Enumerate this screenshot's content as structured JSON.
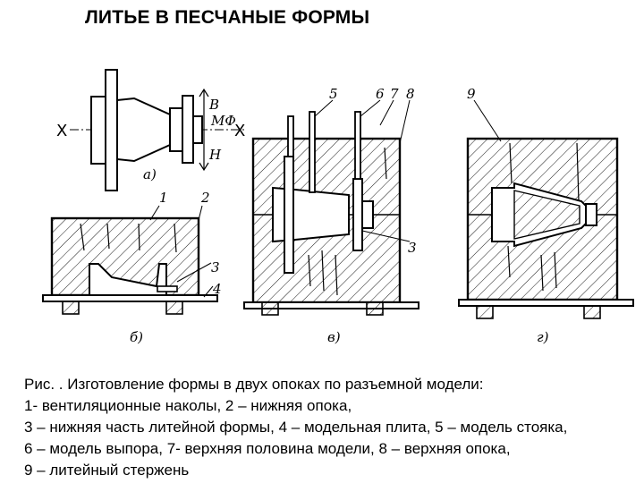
{
  "title": "ЛИТЬЕ В ПЕСЧАНЫЕ ФОРМЫ",
  "figure_labels": {
    "axis_x_left": "X",
    "axis_x_right": "X",
    "dir_up": "В",
    "dir_mf": "МФ",
    "dir_down": "Н",
    "sub_a": "а)",
    "sub_b": "б)",
    "sub_v": "в)",
    "sub_g": "г)",
    "n1": "1",
    "n2": "2",
    "n3b": "3",
    "n4": "4",
    "n5": "5",
    "n6": "6",
    "n7": "7",
    "n8": "8",
    "n3v": "3",
    "n9": "9"
  },
  "caption": [
    "Рис. . Изготовление формы в двух опоках по разъемной модели:",
    "1- вентиляционные наколы, 2 – нижняя опока,",
    "3 – нижняя часть литейной формы, 4 – модельная плита, 5 – модель стояка,",
    "6 – модель выпора, 7- верхняя половина модели, 8 – верхняя опока,",
    "9 – литейный стержень"
  ]
}
